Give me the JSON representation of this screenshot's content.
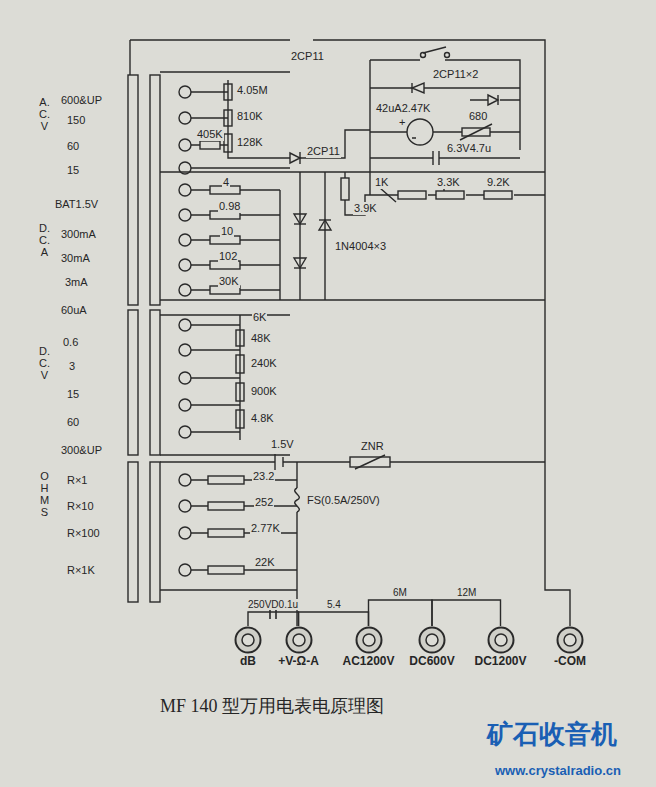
{
  "diagram": {
    "caption": "MF 140 型万用电表电原理图",
    "nodes": [
      {
        "text": [
          "dB"
        ]
      },
      {
        "text": [
          "+V-Ω-A"
        ]
      },
      {
        "text": [
          "AC1200V"
        ]
      },
      {
        "text": [
          "DC600V"
        ]
      },
      {
        "text": [
          "DC1200V"
        ]
      },
      {
        "text": [
          "-COM"
        ]
      }
    ],
    "edges": [
      {
        "from": 0,
        "to": 1,
        "arrow": "none",
        "label": "250VD0.1u"
      },
      {
        "from": 1,
        "to": 2,
        "arrow": "none",
        "label": "5.4"
      },
      {
        "from": 2,
        "to": 3,
        "arrow": "none",
        "label": "6M"
      },
      {
        "from": 3,
        "to": 4,
        "arrow": "none",
        "label": "12M"
      }
    ],
    "labels": [
      "2CP11",
      "A.C.V",
      "600&UP",
      "150",
      "60",
      "15",
      "4.05M",
      "810K",
      "405K",
      "128K",
      "2CP11×2",
      "42uA2.47K",
      "680",
      "+",
      "2CP11",
      "6.3V4.7u",
      "BAT1.5V",
      "D.C.A",
      "300mA",
      "30mA",
      "3mA",
      "60uA",
      "4",
      "0.98",
      "10",
      "102",
      "30K",
      "1K",
      "3.3K",
      "9.2K",
      "3.9K",
      "1N4004×3",
      "D.C.V",
      "0.6",
      "3",
      "15",
      "60",
      "300&UP",
      "6K",
      "48K",
      "240K",
      "900K",
      "4.8K",
      "1.5V",
      "ZNR",
      "OHMS",
      "R×1",
      "R×10",
      "R×100",
      "R×1K",
      "23.2",
      "252",
      "2.77K",
      "22K",
      "FS(0.5A/250V)",
      "矿石收音机",
      "www.crystalradio.cn"
    ]
  }
}
